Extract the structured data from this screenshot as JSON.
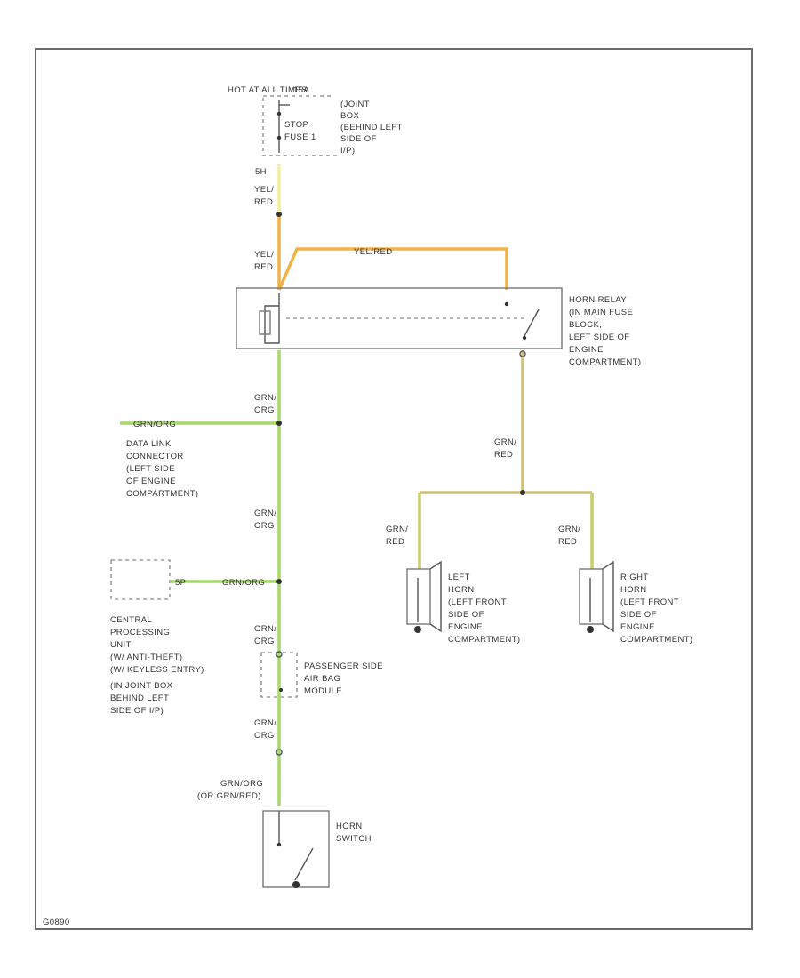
{
  "colors": {
    "yellow": "#f2ee9a",
    "yellow_red": "#f2b24a",
    "green_orange": "#a6d86a",
    "green_red": "#cfc07a",
    "green_red_left": "#c7cf6a",
    "frame": "#6a6a6a"
  },
  "fuse": {
    "title": "HOT AT ALL TIMES",
    "stop": "STOP",
    "fuse_no": "FUSE 1",
    "amps": "15A",
    "location": [
      "(JOINT",
      "BOX",
      "(BEHIND LEFT",
      "SIDE OF",
      "I/P)"
    ]
  },
  "wires": {
    "pin_5h": "5H",
    "yel_red_1": [
      "YEL/",
      "RED"
    ],
    "yel_red_2": [
      "YEL/",
      "RED"
    ],
    "yel_red_h": "YEL/RED",
    "grn_org_1": [
      "GRN/",
      "ORG"
    ],
    "grn_org_h1": "GRN/ORG",
    "grn_org_2": [
      "GRN/",
      "ORG"
    ],
    "grn_org_h2": "GRN/ORG",
    "pin_5p": "5P",
    "grn_org_3": [
      "GRN/",
      "ORG"
    ],
    "grn_org_4": [
      "GRN/",
      "ORG"
    ],
    "grn_red_1": [
      "GRN/",
      "RED"
    ],
    "grn_red_l": [
      "GRN/",
      "RED"
    ],
    "grn_red_r": [
      "GRN/",
      "RED"
    ],
    "grn_org_alt": [
      "GRN/ORG",
      "(OR GRN/RED)"
    ]
  },
  "relay": {
    "label": [
      "HORN RELAY",
      "(IN MAIN FUSE",
      "BLOCK,",
      "LEFT SIDE OF",
      "ENGINE",
      "COMPARTMENT)"
    ]
  },
  "data_link": {
    "label": [
      "DATA LINK",
      "CONNECTOR",
      "(LEFT SIDE",
      "OF ENGINE",
      "COMPARTMENT)"
    ]
  },
  "cpu": {
    "label": [
      "CENTRAL",
      "PROCESSING",
      "UNIT",
      "(W/ ANTI-THEFT)",
      "(W/ KEYLESS ENTRY)",
      "(IN JOINT BOX",
      "BEHIND LEFT",
      "SIDE OF I/P)"
    ]
  },
  "airbag": {
    "label": [
      "PASSENGER SIDE",
      "AIR BAG",
      "MODULE"
    ]
  },
  "horn_left": {
    "label": [
      "LEFT",
      "HORN",
      "(LEFT FRONT",
      "SIDE OF",
      "ENGINE",
      "COMPARTMENT)"
    ]
  },
  "horn_right": {
    "label": [
      "RIGHT",
      "HORN",
      "(LEFT FRONT",
      "SIDE OF",
      "ENGINE",
      "COMPARTMENT)"
    ]
  },
  "horn_switch": {
    "label": [
      "HORN",
      "SWITCH"
    ]
  },
  "figure_id": "G0890"
}
